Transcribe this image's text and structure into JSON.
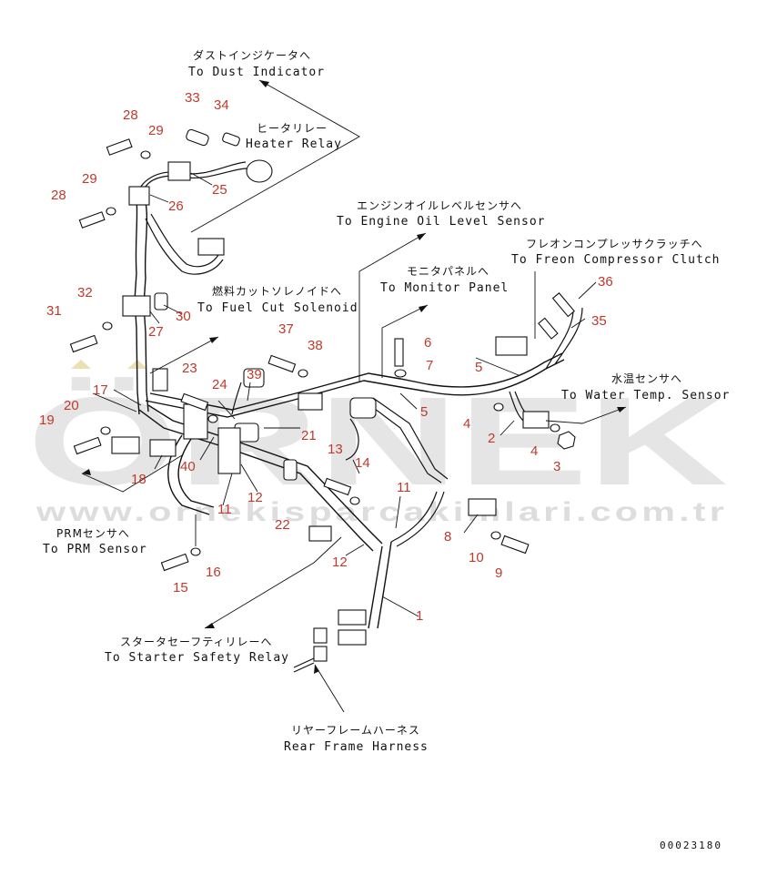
{
  "watermark": {
    "logo": "ÖRNEK",
    "url": "www.ornekisparcakimlari.com.tr"
  },
  "destinations": {
    "dust_indicator": {
      "jp": "ダストインジケータへ",
      "en": "To Dust Indicator"
    },
    "heater_relay": {
      "jp": "ヒータリレー",
      "en": "Heater Relay"
    },
    "engine_oil": {
      "jp": "エンジンオイルレベルセンサへ",
      "en": "To Engine Oil Level Sensor"
    },
    "freon": {
      "jp": "フレオンコンプレッサクラッチへ",
      "en": "To Freon Compressor Clutch"
    },
    "fuel_cut": {
      "jp": "燃料カットソレノイドへ",
      "en": "To Fuel Cut Solenoid"
    },
    "monitor": {
      "jp": "モニタパネルへ",
      "en": "To Monitor Panel"
    },
    "water_temp": {
      "jp": "水温センサへ",
      "en": "To Water Temp. Sensor"
    },
    "prm": {
      "jp": "PRMセンサへ",
      "en": "To PRM Sensor"
    },
    "starter": {
      "jp": "スタータセーフティリレーへ",
      "en": "To Starter Safety Relay"
    },
    "rear_frame": {
      "jp": "リヤーフレームハーネス",
      "en": "Rear Frame Harness"
    }
  },
  "part_numbers": {
    "p1": "1",
    "p2": "2",
    "p3": "3",
    "p4a": "4",
    "p4b": "4",
    "p5a": "5",
    "p5b": "5",
    "p6": "6",
    "p7": "7",
    "p8": "8",
    "p9": "9",
    "p10": "10",
    "p11a": "11",
    "p11b": "11",
    "p12a": "12",
    "p12b": "12",
    "p13": "13",
    "p14": "14",
    "p15": "15",
    "p16": "16",
    "p17": "17",
    "p18": "18",
    "p19": "19",
    "p20": "20",
    "p21": "21",
    "p22": "22",
    "p23": "23",
    "p24": "24",
    "p25": "25",
    "p26": "26",
    "p27": "27",
    "p28a": "28",
    "p28b": "28",
    "p29a": "29",
    "p29b": "29",
    "p30": "30",
    "p31": "31",
    "p32": "32",
    "p33": "33",
    "p34": "34",
    "p35": "35",
    "p36": "36",
    "p37": "37",
    "p38": "38",
    "p39": "39",
    "p40": "40"
  },
  "drawing_code": "00023180",
  "colors": {
    "part_number": "#c0392b",
    "line": "#111111",
    "watermark": "#d0d0d0"
  }
}
